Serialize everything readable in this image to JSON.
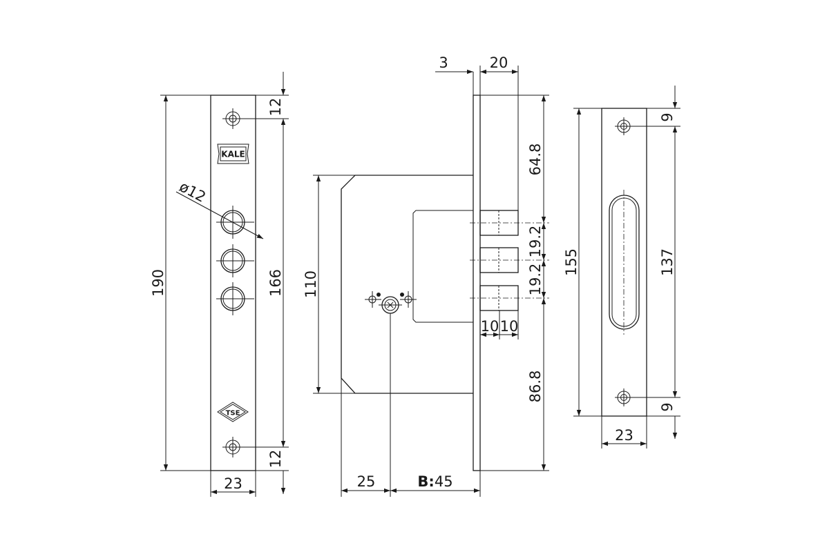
{
  "front_view": {
    "overall_height": "190",
    "hole_spacing": "166",
    "top_offset": "12",
    "bottom_offset": "12",
    "width": "23",
    "bolt_diameter": "ø12",
    "brand_logo": "KALE",
    "cert_logo": "TSE"
  },
  "side_view": {
    "faceplate_thickness": "3",
    "bolt_throw": "20",
    "top_to_bolt": "64.8",
    "bolt_pitch_1": "19.2",
    "bolt_pitch_2": "19.2",
    "bolt_to_bottom": "86.8",
    "case_height": "110",
    "bolt_width_1": "10",
    "bolt_width_2": "10",
    "case_offset": "25",
    "backset_label": "B:",
    "backset_value": "45"
  },
  "strike_plate": {
    "height": "155",
    "hole_spacing": "137",
    "top_offset": "9",
    "bottom_offset": "9",
    "width": "23"
  }
}
